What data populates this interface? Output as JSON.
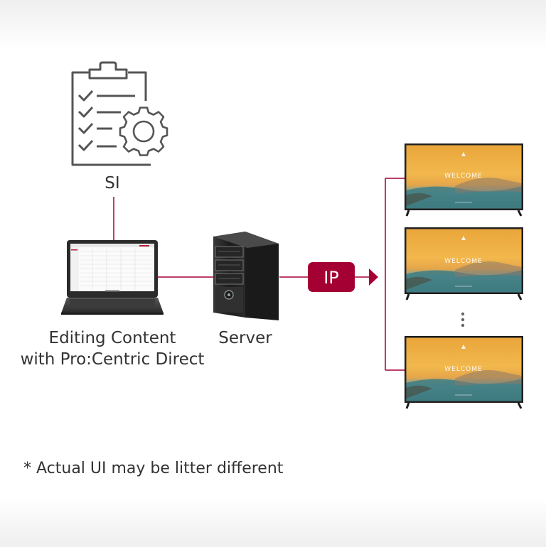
{
  "diagram": {
    "si_label": "SI",
    "editing_label_line1": "Editing Content",
    "editing_label_line2": "with Pro:Centric Direct",
    "server_label": "Server",
    "ip_label": "IP",
    "tv_screen_text": "WELCOME",
    "note": "* Actual UI may be litter different"
  },
  "colors": {
    "accent": "#a50034",
    "connector": "#a50034",
    "text": "#333333",
    "icon_stroke": "#555555"
  },
  "icons": [
    "clipboard-settings-icon",
    "laptop-icon",
    "server-icon",
    "tv-icon",
    "arrow-right-icon",
    "vertical-ellipsis-icon"
  ]
}
